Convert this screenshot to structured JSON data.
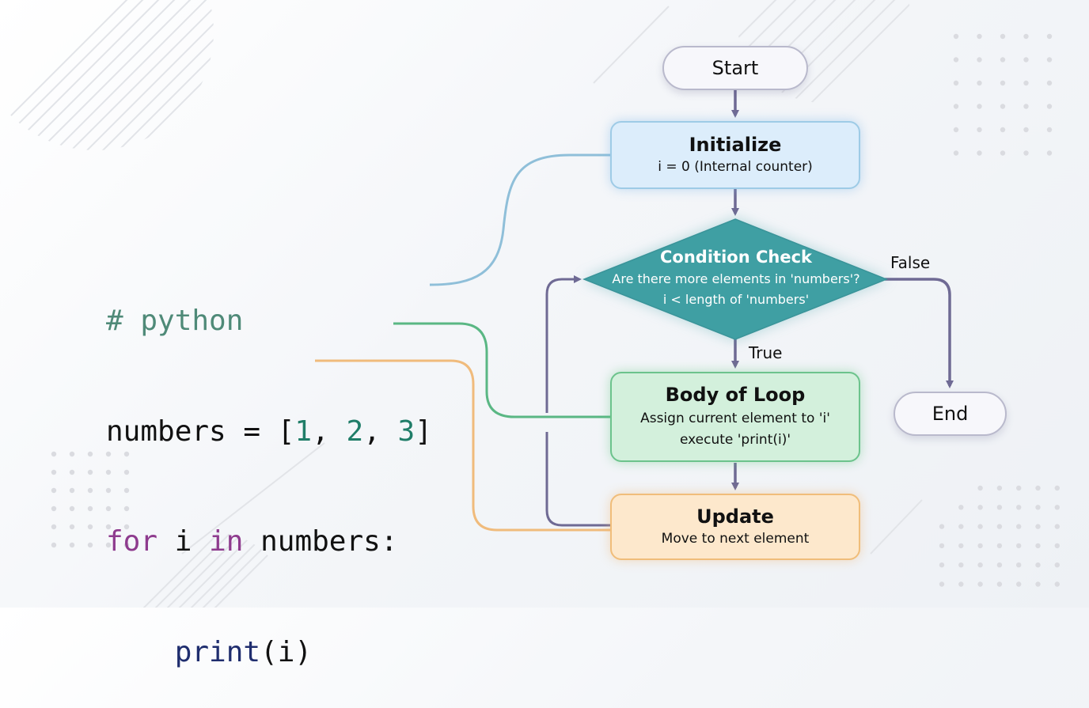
{
  "code": {
    "language_comment": "# python",
    "lines": [
      {
        "tokens": [
          "numbers = [",
          "1",
          ", ",
          "2",
          ", ",
          "3",
          "]"
        ]
      },
      {
        "tokens": [
          "for",
          " i ",
          "in",
          " numbers:"
        ]
      },
      {
        "tokens": [
          "    ",
          "print",
          "(i)"
        ]
      }
    ]
  },
  "flowchart": {
    "start": {
      "label": "Start"
    },
    "initialize": {
      "title": "Initialize",
      "subtitle": "i = 0 (Internal counter)"
    },
    "condition": {
      "title": "Condition Check",
      "line1": "Are there more elements in 'numbers'?",
      "line2": "i < length of 'numbers'"
    },
    "body": {
      "title": "Body of Loop",
      "line1": "Assign current element to 'i'",
      "line2": "execute 'print(i)'"
    },
    "update": {
      "title": "Update",
      "subtitle": "Move to next element"
    },
    "end": {
      "label": "End"
    },
    "edges": {
      "true_label": "True",
      "false_label": "False"
    }
  },
  "colors": {
    "arrow": "#6f6a94",
    "condition_fill": "#3f9fa3",
    "link_initialize": "#8fbfd9",
    "link_body": "#5ab784",
    "link_update": "#f0bb7c"
  }
}
